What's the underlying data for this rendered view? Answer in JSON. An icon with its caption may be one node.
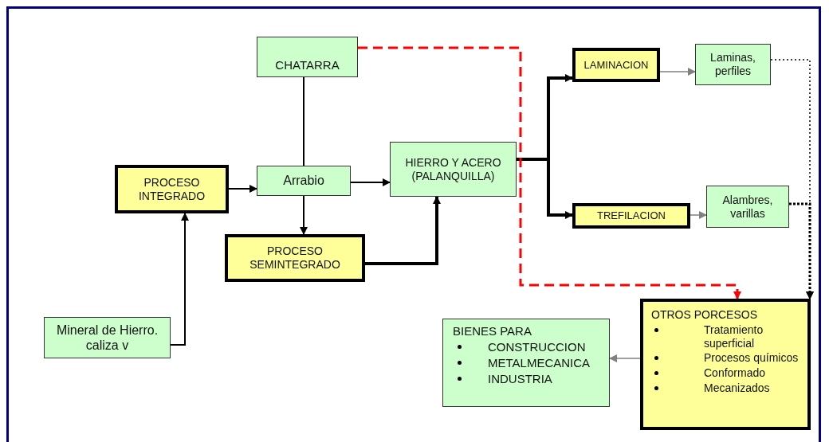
{
  "diagram": {
    "nodes": [
      {
        "text": [
          "CHATARRA"
        ]
      },
      {
        "text": [
          "PROCESO INTEGRADO"
        ]
      },
      {
        "text": [
          "Arrabio"
        ]
      },
      {
        "text": [
          "HIERRO Y ACERO (PALANQUILLA)"
        ]
      },
      {
        "text": [
          "PROCESO SEMINTEGRADO"
        ]
      },
      {
        "text": [
          "Mineral de Hierro. caliza v"
        ]
      },
      {
        "text": [
          "LAMINACION"
        ]
      },
      {
        "text": [
          "Laminas, perfiles"
        ]
      },
      {
        "text": [
          "TREFILACION"
        ]
      },
      {
        "text": [
          "Alambres, varillas"
        ]
      },
      {
        "text": [
          "BIENES PARA",
          "CONSTRUCCION",
          "METALMECANICA",
          "INDUSTRIA"
        ]
      },
      {
        "text": [
          "OTROS PORCESOS",
          "Tratamiento superficial",
          "Procesos químicos",
          "Conformado",
          "Mecanizados"
        ]
      }
    ],
    "edges": [
      {
        "from": 0,
        "to": 2,
        "arrow": "none"
      },
      {
        "from": 1,
        "to": 2,
        "arrow": "to"
      },
      {
        "from": 5,
        "to": 1,
        "arrow": "to"
      },
      {
        "from": 2,
        "to": 3,
        "arrow": "to"
      },
      {
        "from": 2,
        "to": 4,
        "arrow": "to"
      },
      {
        "from": 4,
        "to": 3,
        "arrow": "to",
        "style": "thick"
      },
      {
        "from": 3,
        "to": 6,
        "arrow": "to",
        "style": "thick"
      },
      {
        "from": 3,
        "to": 8,
        "arrow": "to",
        "style": "thick"
      },
      {
        "from": 6,
        "to": 7,
        "arrow": "to",
        "color": "#808080"
      },
      {
        "from": 8,
        "to": 9,
        "arrow": "to",
        "color": "#808080"
      },
      {
        "from": 0,
        "to": 11,
        "arrow": "to",
        "style": "dashed",
        "color": "#ff0000"
      },
      {
        "from": 7,
        "to": 11,
        "arrow": "to",
        "style": "dashed"
      },
      {
        "from": 9,
        "to": 11,
        "arrow": "to",
        "style": "dashed"
      },
      {
        "from": 11,
        "to": 10,
        "arrow": "to",
        "color": "#808080"
      }
    ]
  }
}
